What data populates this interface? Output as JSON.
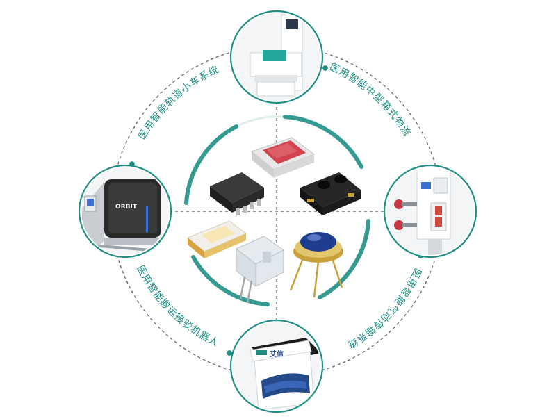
{
  "colors": {
    "accent": "#1f8f84",
    "dash": "#6b6f73",
    "component_dark": "#2a2a2a",
    "component_red": "#d2434f",
    "brass": "#c9a13b",
    "sensor_blue": "#1f3d8f"
  },
  "systems": [
    {
      "id": "track",
      "label": "医用智能轨道小车系统"
    },
    {
      "id": "box",
      "label": "医用智能中型箱式物流"
    },
    {
      "id": "pneumatic",
      "label": "医用智能气动传输系统"
    },
    {
      "id": "robot",
      "label": "医用智能搬运接驳机器人"
    }
  ],
  "brands": {
    "track_device": "ORBIT",
    "robot_device": "艾信"
  },
  "icons": {
    "top": "box-logistics-station-image",
    "left": "track-cart-image",
    "right": "pneumatic-tube-station-image",
    "bottom": "transfer-robot-image"
  }
}
